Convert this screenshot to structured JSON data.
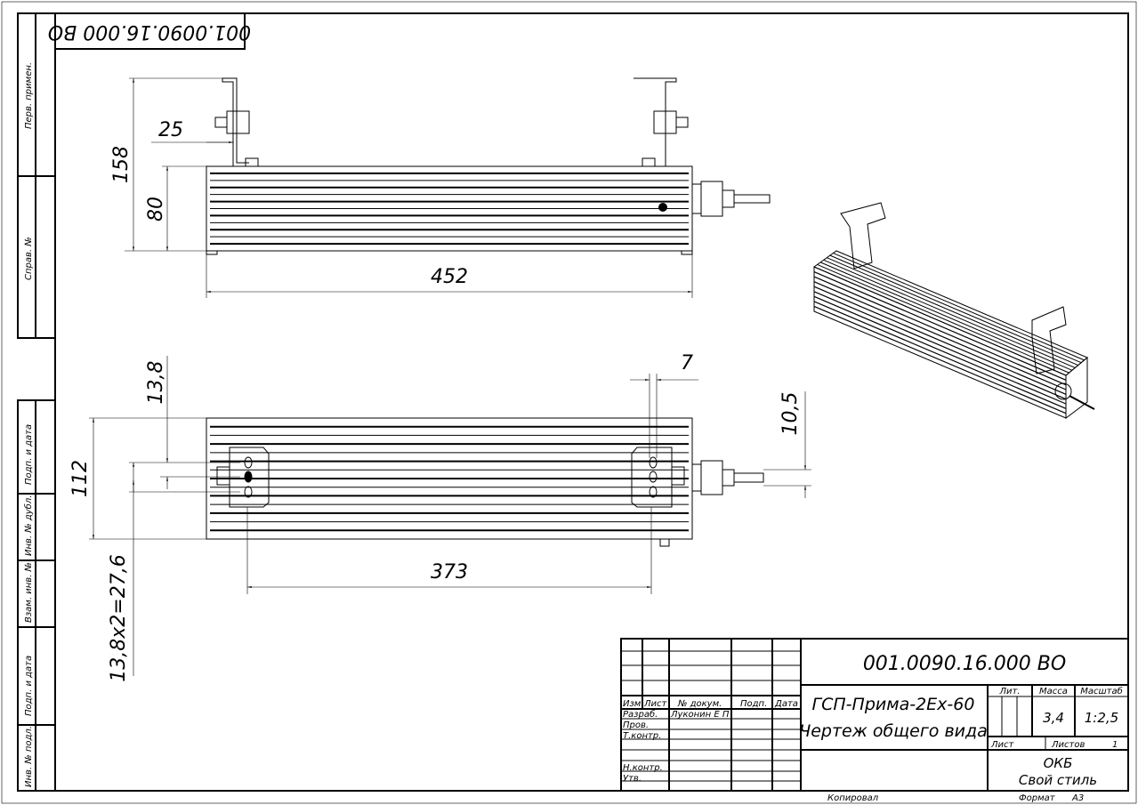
{
  "drawing_number": "001.0090.16.000 ВО",
  "drawing_number_rotated": "001.0090.16.000 ВО",
  "side_strip": {
    "top": [
      "Перв. примен.",
      "Справ. №"
    ],
    "bottom": [
      "Подп. и дата",
      "Инв. № дубл.",
      "Взам. инв. №",
      "Подп. и дата",
      "Инв. № подл."
    ]
  },
  "dimensions": {
    "top_view": {
      "height_total": "158",
      "height_body": "80",
      "offset": "25",
      "length": "452"
    },
    "bottom_view": {
      "width": "112",
      "offset": "13,8",
      "spacing": "13,8x2=27,6",
      "mount_distance": "373",
      "gap": "7",
      "gland_offset": "10,5"
    }
  },
  "title_block": {
    "headers": {
      "izm": "Изм",
      "list": "Лист",
      "doc": "№ докум.",
      "sign": "Подп.",
      "date": "Дата"
    },
    "roles": {
      "developer": "Разраб.",
      "checker": "Пров.",
      "tech_control": "Т.контр.",
      "norm_control": "Н.контр.",
      "approved": "Утв."
    },
    "developer_name": "Луконин Е П",
    "product_name": "ГСП-Прима-2Ex-60",
    "document_type": "Чертеж общего вида",
    "lit_label": "Лит.",
    "mass_label": "Масса",
    "scale_label": "Масштаб",
    "mass": "3,4",
    "scale": "1:2,5",
    "sheet_label": "Лист",
    "sheets_label": "Листов",
    "sheets": "1",
    "organization": "ОКБ",
    "organization_sub": "Свой стиль",
    "copied_label": "Копировал",
    "format_label": "Формат",
    "format": "А3"
  }
}
